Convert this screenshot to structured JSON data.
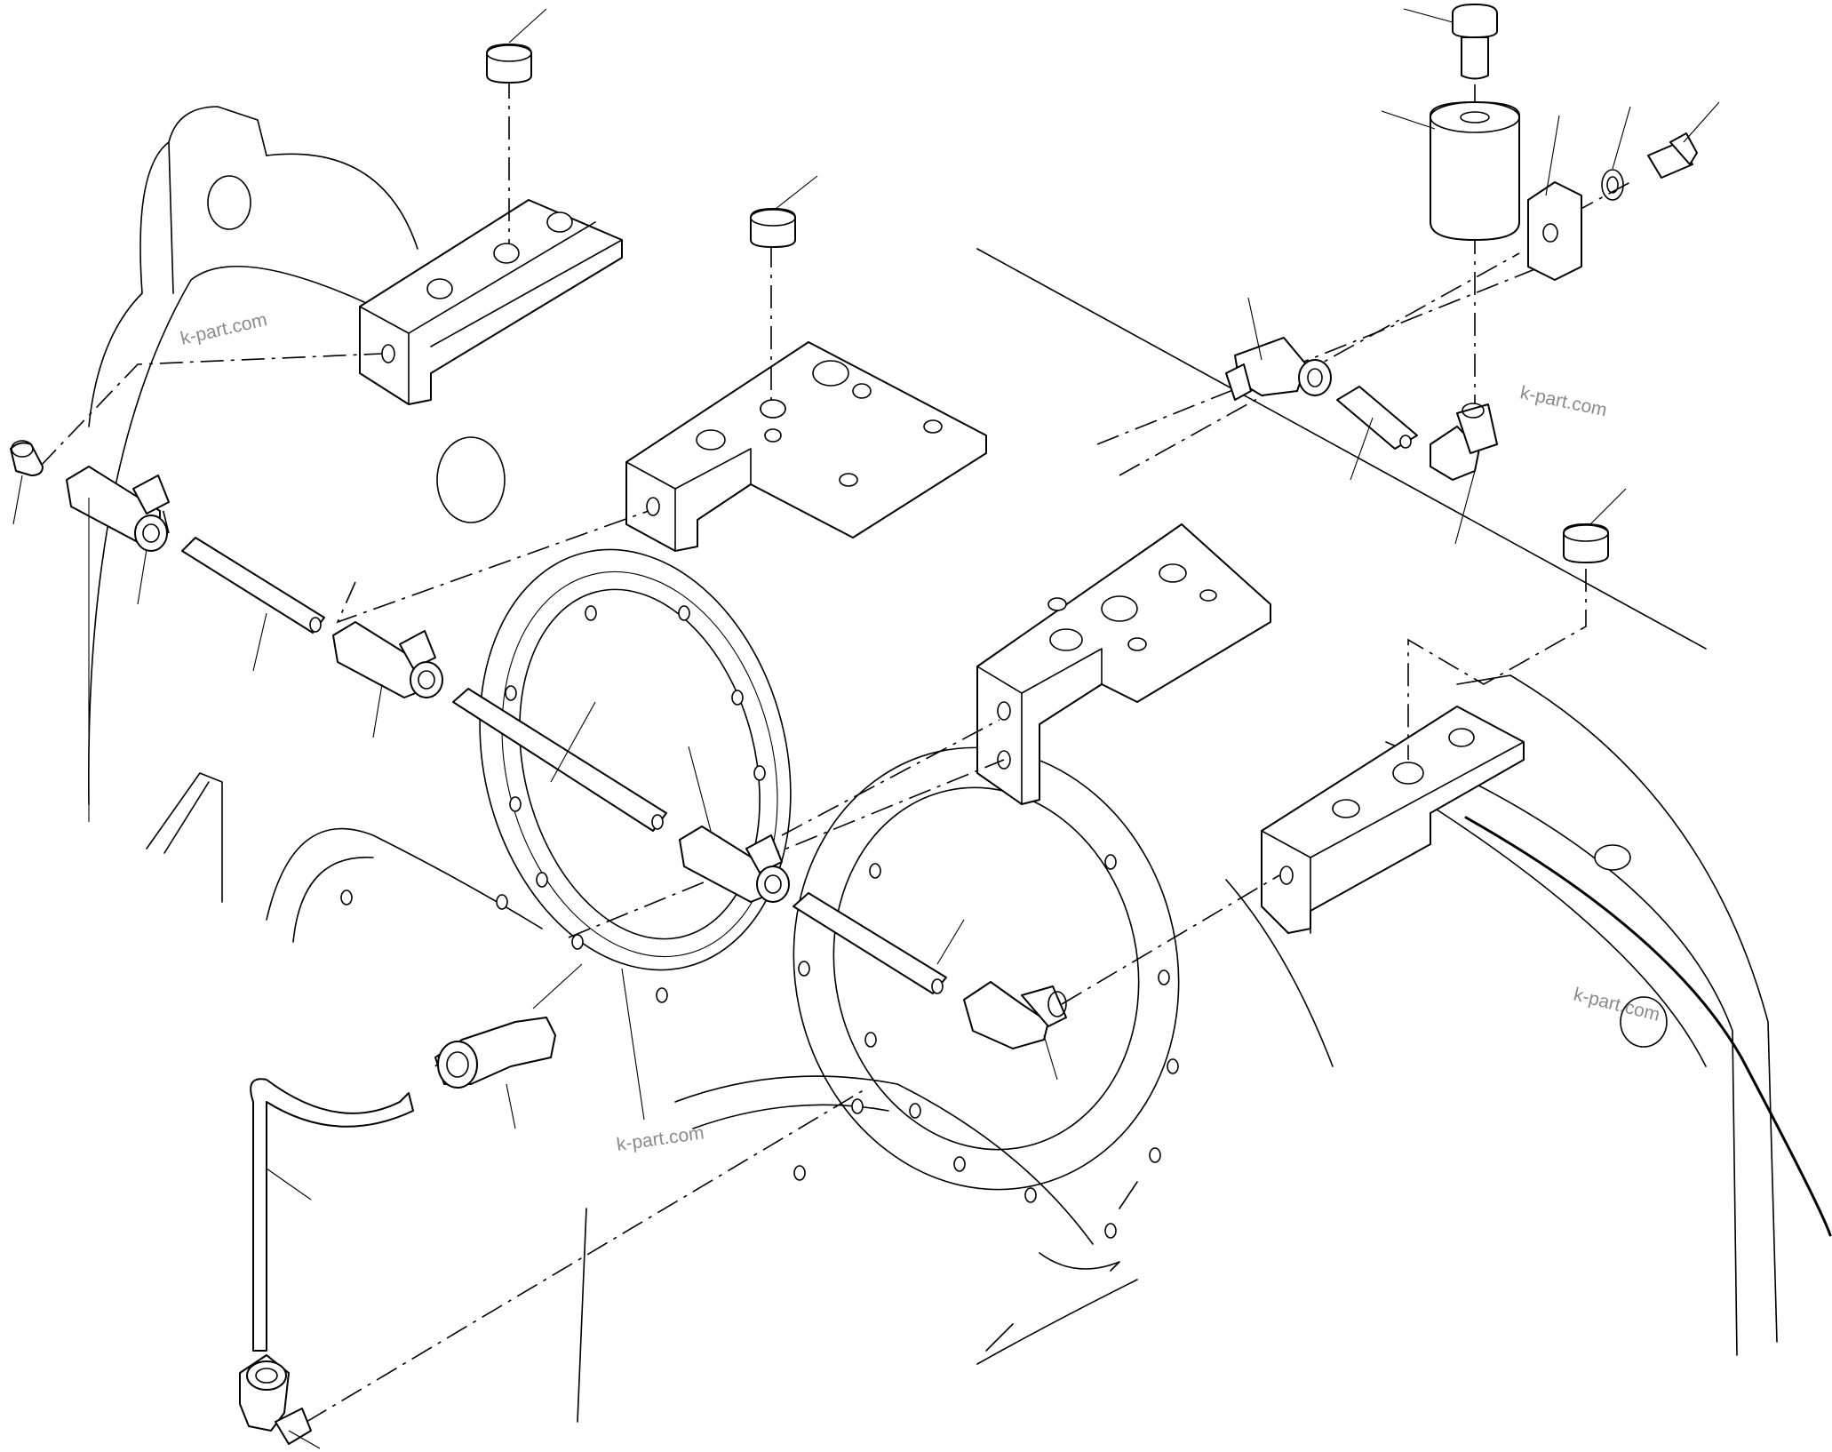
{
  "watermarks": {
    "w1": "k-part.com",
    "w2": "k-part.com",
    "w3": "k-part.com",
    "w4": "k-part.com"
  },
  "colors": {
    "line": "#000000",
    "background": "#ffffff",
    "watermark": "#8a8a8a"
  }
}
